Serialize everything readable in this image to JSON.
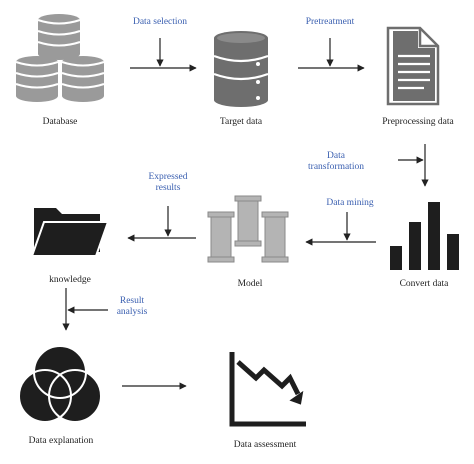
{
  "colors": {
    "step_text": "#3a5fb0",
    "icon_dark": "#1e1e1e",
    "icon_gray": "#6e6e6e",
    "db_gray": "#9a9a9a",
    "model_gray": "#b4b4b4",
    "arrow": "#222222"
  },
  "nodes": {
    "database": {
      "label": "Database",
      "icon": "database-stack-icon"
    },
    "target_data": {
      "label": "Target data",
      "icon": "database-icon"
    },
    "preprocessing_data": {
      "label": "Preprocessing data",
      "icon": "document-icon"
    },
    "convert_data": {
      "label": "Convert data",
      "icon": "bar-chart-icon"
    },
    "model": {
      "label": "Model",
      "icon": "model-blocks-icon"
    },
    "knowledge": {
      "label": "knowledge",
      "icon": "folder-icon"
    },
    "data_explanation": {
      "label": "Data explanation",
      "icon": "venn-icon"
    },
    "data_assessment": {
      "label": "Data assessment",
      "icon": "declining-chart-icon"
    }
  },
  "steps": {
    "data_selection": "Data selection",
    "pretreatment": "Pretreatment",
    "data_transformation_1": "Data",
    "data_transformation_2": "transformation",
    "data_mining": "Data mining",
    "expressed_results_1": "Expressed",
    "expressed_results_2": "results",
    "result_analysis_1": "Result",
    "result_analysis_2": "analysis"
  }
}
